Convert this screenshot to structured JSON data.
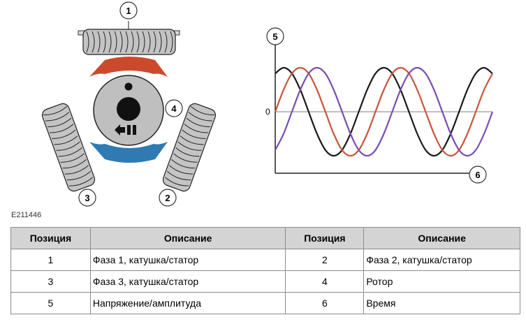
{
  "figure": {
    "id": "E211446",
    "callouts": [
      "1",
      "2",
      "3",
      "4",
      "5",
      "6"
    ],
    "zero_label": "0",
    "colors": {
      "phase_black": "#1a1a1a",
      "phase_red": "#c9553a",
      "phase_purple": "#7b4db3",
      "arrow_red": "#cc4a2c",
      "arrow_blue": "#2f7ab3",
      "rotor_gray": "#bfbfbf",
      "coil_gray": "#c4c4c4"
    }
  },
  "chart_data": {
    "type": "line",
    "title": "",
    "xlabel": "6",
    "ylabel": "5",
    "y_zero_label": "0",
    "grid": false,
    "x": [
      0,
      30,
      60,
      90,
      120,
      150,
      180,
      210,
      240,
      270,
      300,
      330,
      360,
      390,
      420,
      450,
      480,
      510,
      540,
      570,
      600,
      630,
      660,
      690,
      720,
      750,
      780
    ],
    "series": [
      {
        "color": "#1a1a1a",
        "values": [
          0.87,
          1.0,
          0.87,
          0.5,
          0.0,
          -0.5,
          -0.87,
          -1.0,
          -0.87,
          -0.5,
          0.0,
          0.5,
          0.87,
          1.0,
          0.87,
          0.5,
          0.0,
          -0.5,
          -0.87,
          -1.0,
          -0.87,
          -0.5,
          0.0,
          0.5,
          0.87,
          1.0,
          0.87
        ]
      },
      {
        "color": "#c9553a",
        "values": [
          0.0,
          0.5,
          0.87,
          1.0,
          0.87,
          0.5,
          0.0,
          -0.5,
          -0.87,
          -1.0,
          -0.87,
          -0.5,
          0.0,
          0.5,
          0.87,
          1.0,
          0.87,
          0.5,
          0.0,
          -0.5,
          -0.87,
          -1.0,
          -0.87,
          -0.5,
          0.0,
          0.5,
          0.87
        ]
      },
      {
        "color": "#7b4db3",
        "values": [
          -0.87,
          -0.5,
          0.0,
          0.5,
          0.87,
          1.0,
          0.87,
          0.5,
          0.0,
          -0.5,
          -0.87,
          -1.0,
          -0.87,
          -0.5,
          0.0,
          0.5,
          0.87,
          1.0,
          0.87,
          0.5,
          0.0,
          -0.5,
          -0.87,
          -1.0,
          -0.87,
          -0.5,
          0.0
        ]
      }
    ]
  },
  "table": {
    "headers": [
      "Позиция",
      "Описание",
      "Позиция",
      "Описание"
    ],
    "rows": [
      [
        "1",
        "Фаза 1, катушка/статор",
        "2",
        "Фаза 2, катушка/статор"
      ],
      [
        "3",
        "Фаза 3, катушка/статор",
        "4",
        "Ротор"
      ],
      [
        "5",
        "Напряжение/амплитуда",
        "6",
        "Время"
      ]
    ]
  }
}
